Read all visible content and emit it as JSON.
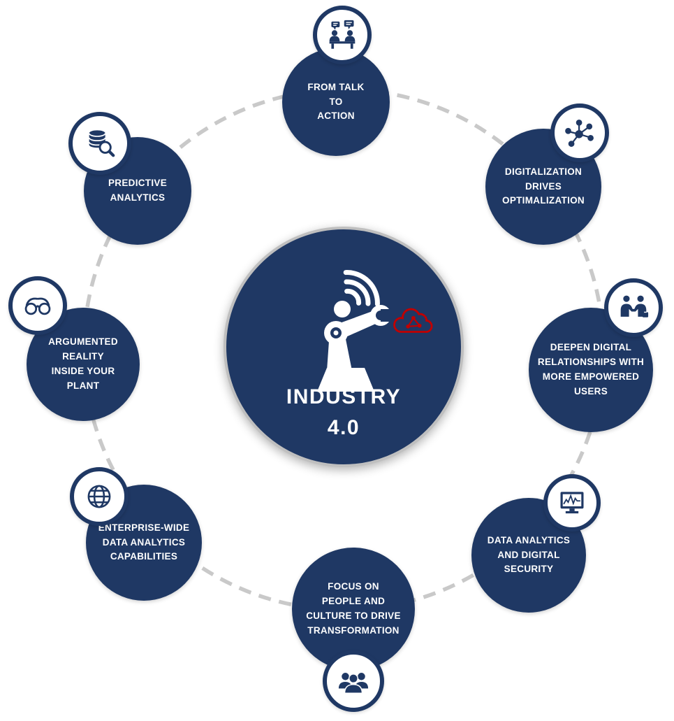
{
  "diagram": {
    "title": "INDUSTRY\n4.0",
    "center_icon": "robot-arm-wifi-icon",
    "center_secondary_icon": "red-cloud-network-icon",
    "colors": {
      "circle_fill": "#1F3864",
      "label_text": "#FFFFFF",
      "dashed_ring": "#C9C9C9",
      "badge_background": "#FFFFFF",
      "accent_red": "#C00000"
    },
    "nodes": [
      {
        "label": "FROM TALK\nTO\nACTION",
        "icon": "meeting-icon"
      },
      {
        "label": "DIGITALIZATION\nDRIVES\nOPTIMALIZATION",
        "icon": "network-nodes-icon"
      },
      {
        "label": "DEEPEN DIGITAL\nRELATIONSHIPS WITH\nMORE EMPOWERED\nUSERS",
        "icon": "handshake-icon"
      },
      {
        "label": "DATA ANALYTICS\nAND DIGITAL\nSECURITY",
        "icon": "monitor-chart-icon"
      },
      {
        "label": "FOCUS ON\nPEOPLE AND\nCULTURE TO DRIVE\nTRANSFORMATION",
        "icon": "people-group-icon"
      },
      {
        "label": "ENTERPRISE-WIDE\nDATA ANALYTICS\nCAPABILITIES",
        "icon": "globe-icon"
      },
      {
        "label": "ARGUMENTED\nREALITY\nINSIDE YOUR\nPLANT",
        "icon": "glasses-icon"
      },
      {
        "label": "PREDICTIVE\nANALYTICS",
        "icon": "database-search-icon"
      }
    ]
  }
}
